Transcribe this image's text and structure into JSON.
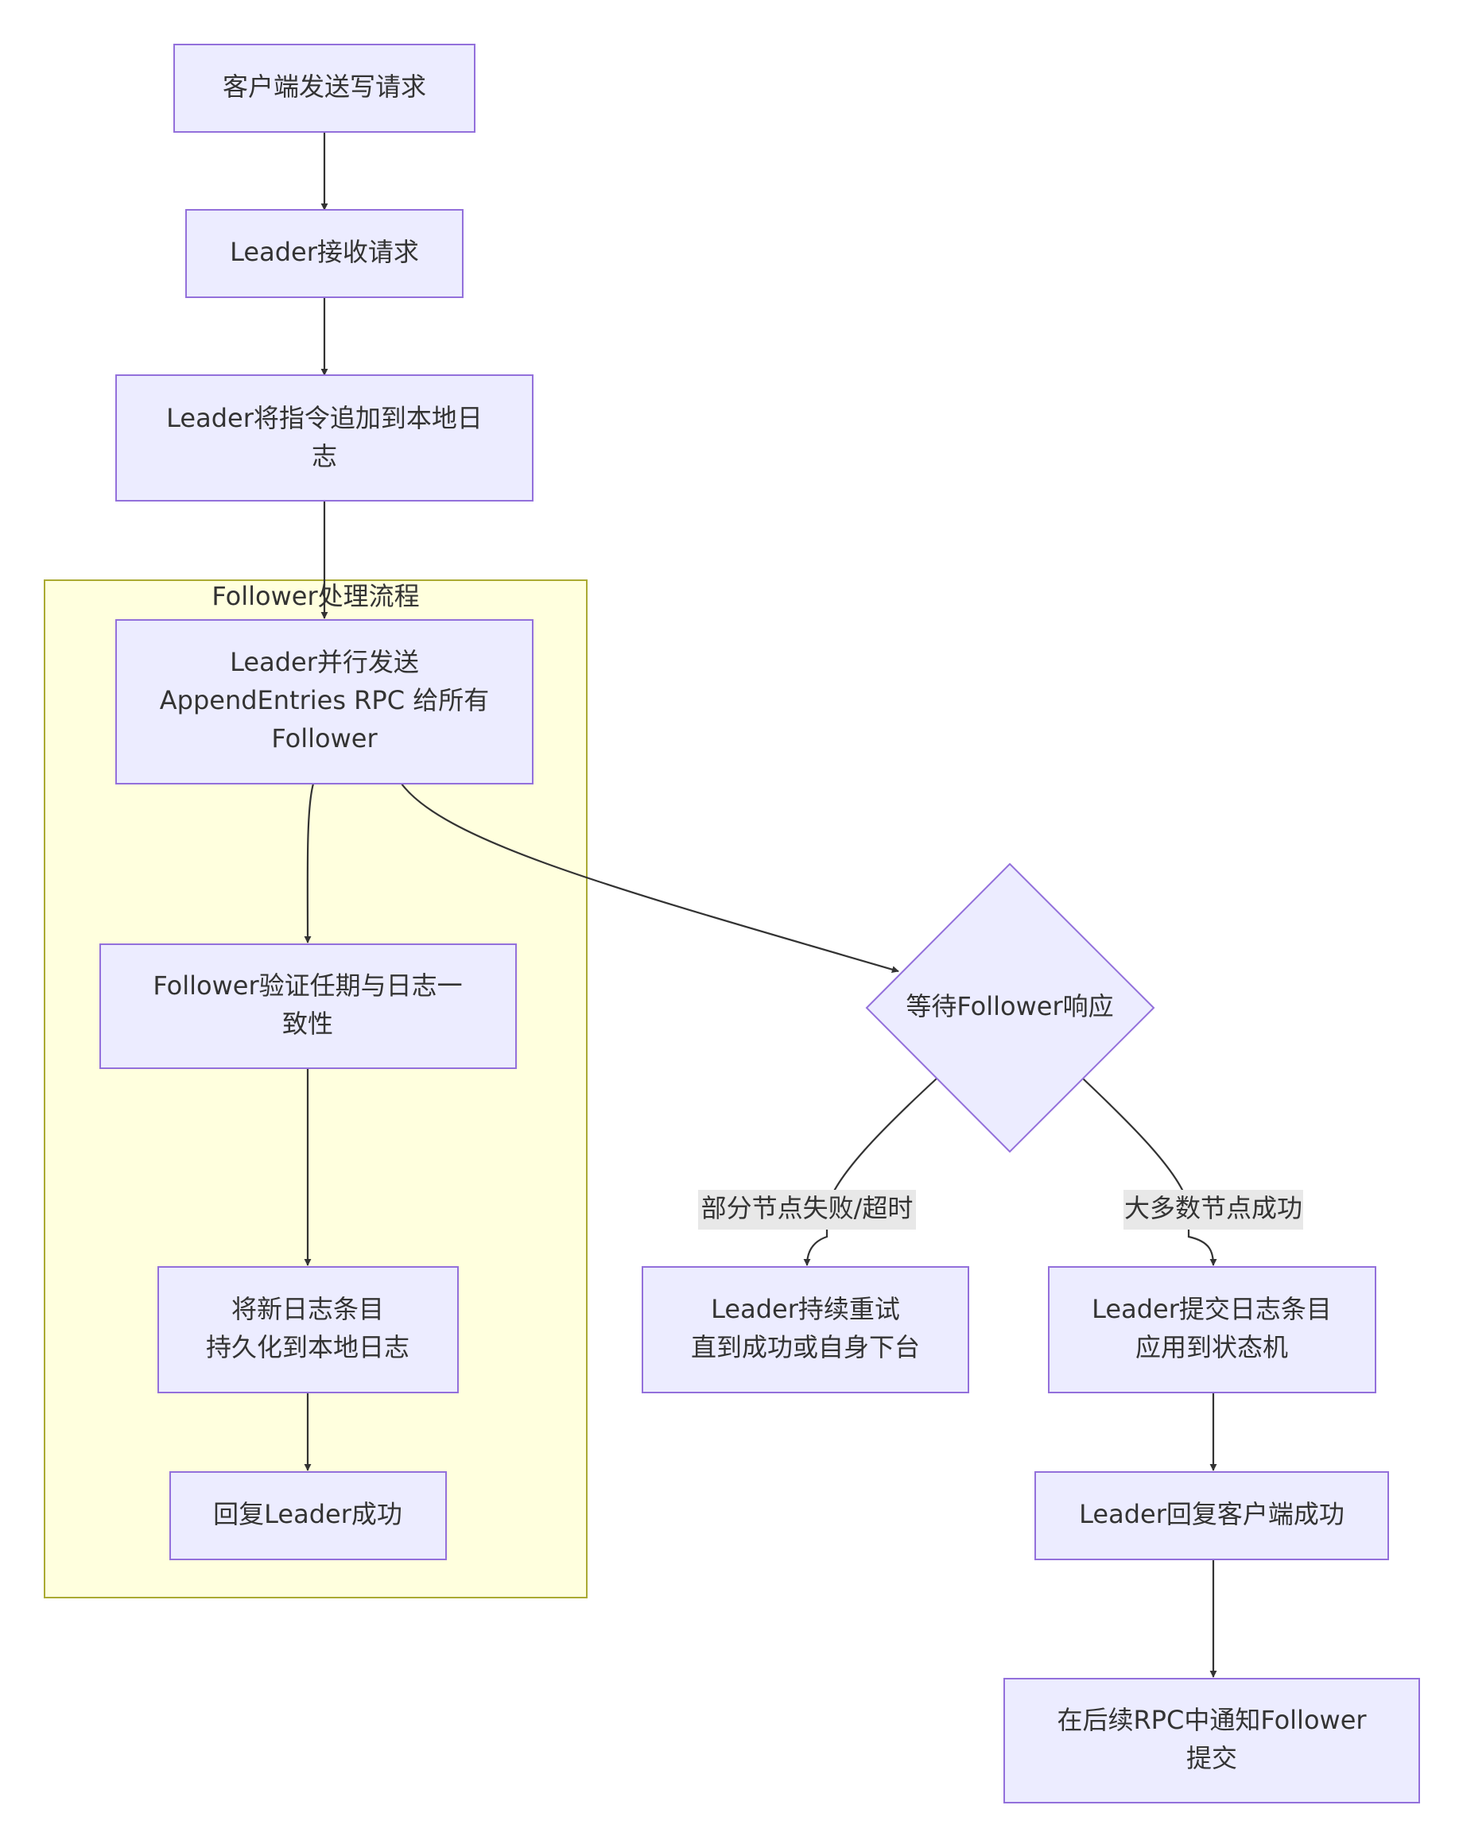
{
  "colors": {
    "node_fill": "#ECECFF",
    "node_stroke": "#9370DB",
    "cluster_fill": "#FFFFDE",
    "cluster_stroke": "#AAAA33",
    "edge": "#333333",
    "edge_label_bg": "#E8E8E8",
    "text": "#333333"
  },
  "cluster": {
    "title": "Follower处理流程"
  },
  "nodes": {
    "client_write": {
      "lines": [
        "客户端发送写请求"
      ]
    },
    "leader_receive": {
      "lines": [
        "Leader接收请求"
      ]
    },
    "leader_append_local": {
      "lines": [
        "Leader将指令追加到本地日",
        "志"
      ]
    },
    "leader_send_rpc": {
      "lines": [
        "Leader并行发送",
        "AppendEntries RPC 给所有",
        "Follower"
      ]
    },
    "follower_verify": {
      "lines": [
        "Follower验证任期与日志一",
        "致性"
      ]
    },
    "persist_entry": {
      "lines": [
        "将新日志条目",
        "持久化到本地日志"
      ]
    },
    "reply_leader": {
      "lines": [
        "回复Leader成功"
      ]
    },
    "wait_response": {
      "lines": [
        "等待Follower响应"
      ]
    },
    "leader_retry": {
      "lines": [
        "Leader持续重试",
        "直到成功或自身下台"
      ]
    },
    "leader_commit": {
      "lines": [
        "Leader提交日志条目",
        "应用到状态机"
      ]
    },
    "reply_client": {
      "lines": [
        "Leader回复客户端成功"
      ]
    },
    "notify_follower": {
      "lines": [
        "在后续RPC中通知Follower",
        "提交"
      ]
    }
  },
  "edge_labels": {
    "partial_fail": "部分节点失败/超时",
    "majority_success": "大多数节点成功"
  }
}
